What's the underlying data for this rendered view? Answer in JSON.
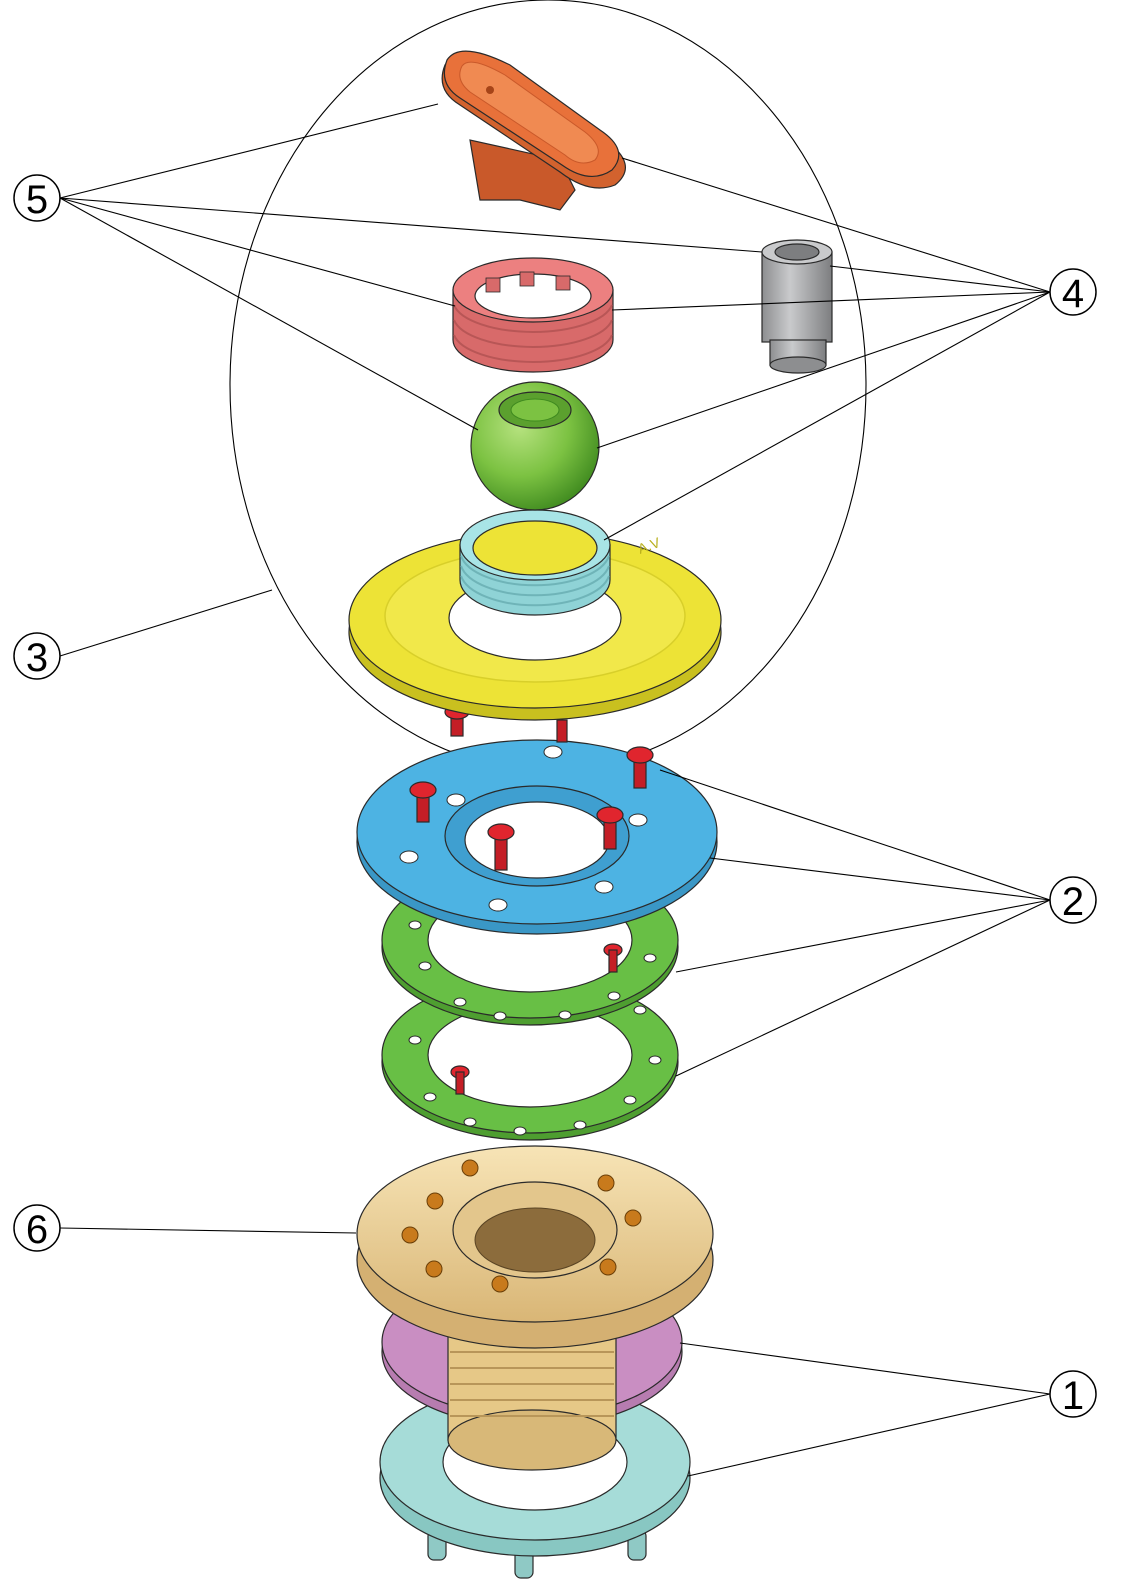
{
  "callouts": [
    {
      "id": "1",
      "label": "1"
    },
    {
      "id": "2",
      "label": "2"
    },
    {
      "id": "3",
      "label": "3"
    },
    {
      "id": "4",
      "label": "4"
    },
    {
      "id": "5",
      "label": "5"
    },
    {
      "id": "6",
      "label": "6"
    }
  ],
  "colors": {
    "orange_key": "#e8713a",
    "pink_ring": "#ec8080",
    "gray_tube": "#a9aaac",
    "green_ball": "#7cc242",
    "cyan_ring": "#a8e4e6",
    "yellow_plate": "#ede336",
    "red_screw": "#e0252e",
    "blue_flange": "#4db3e3",
    "green_gasket": "#68bf45",
    "beige_body": "#f3d79a",
    "purple_gasket": "#c98ec2",
    "teal_nut": "#a6dcd8"
  }
}
